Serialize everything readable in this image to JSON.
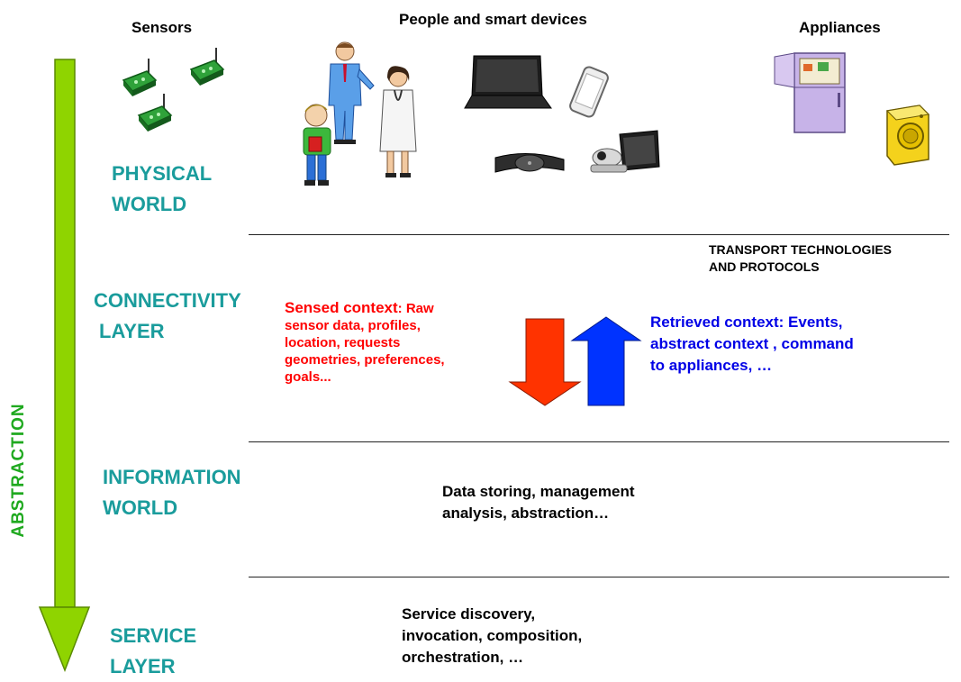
{
  "headers": {
    "sensors": "Sensors",
    "people": "People and smart devices",
    "appliances": "Appliances"
  },
  "layers": {
    "physical": [
      "PHYSICAL",
      "WORLD"
    ],
    "connectivity": [
      "CONNECTIVITY",
      "LAYER"
    ],
    "information": [
      "INFORMATION",
      "WORLD"
    ],
    "service": [
      "SERVICE",
      "LAYER"
    ]
  },
  "abstraction_label": "ABSTRACTION",
  "transport": [
    "TRANSPORT TECHNOLOGIES",
    "AND PROTOCOLS"
  ],
  "sensed_context": {
    "lead": "Sensed context",
    "rest": ": Raw",
    "lines": [
      "sensor data, profiles,",
      "location, requests",
      "geometries, preferences,",
      "goals..."
    ]
  },
  "retrieved_context": [
    "Retrieved context: Events,",
    "abstract context , command",
    "to appliances, …"
  ],
  "information_text": [
    "Data storing, management",
    "analysis, abstraction…"
  ],
  "service_text": [
    "Service discovery,",
    "invocation, composition,",
    "orchestration, …"
  ],
  "colors": {
    "layer_label": "#1a9c9c",
    "abstraction": "#1fa91f",
    "arrow_shaft": "#8fd400",
    "sensed": "#ff0000",
    "retrieved": "#0000e6",
    "down_arrow": "#ff3300",
    "up_arrow": "#0033ff"
  },
  "icons": [
    "sensor-node-icon",
    "child-icon",
    "man-icon",
    "doctor-icon",
    "laptop-icon",
    "smartphone-icon",
    "heart-rate-strap-icon",
    "webcam-monitor-icon",
    "refrigerator-icon",
    "washing-machine-icon"
  ]
}
